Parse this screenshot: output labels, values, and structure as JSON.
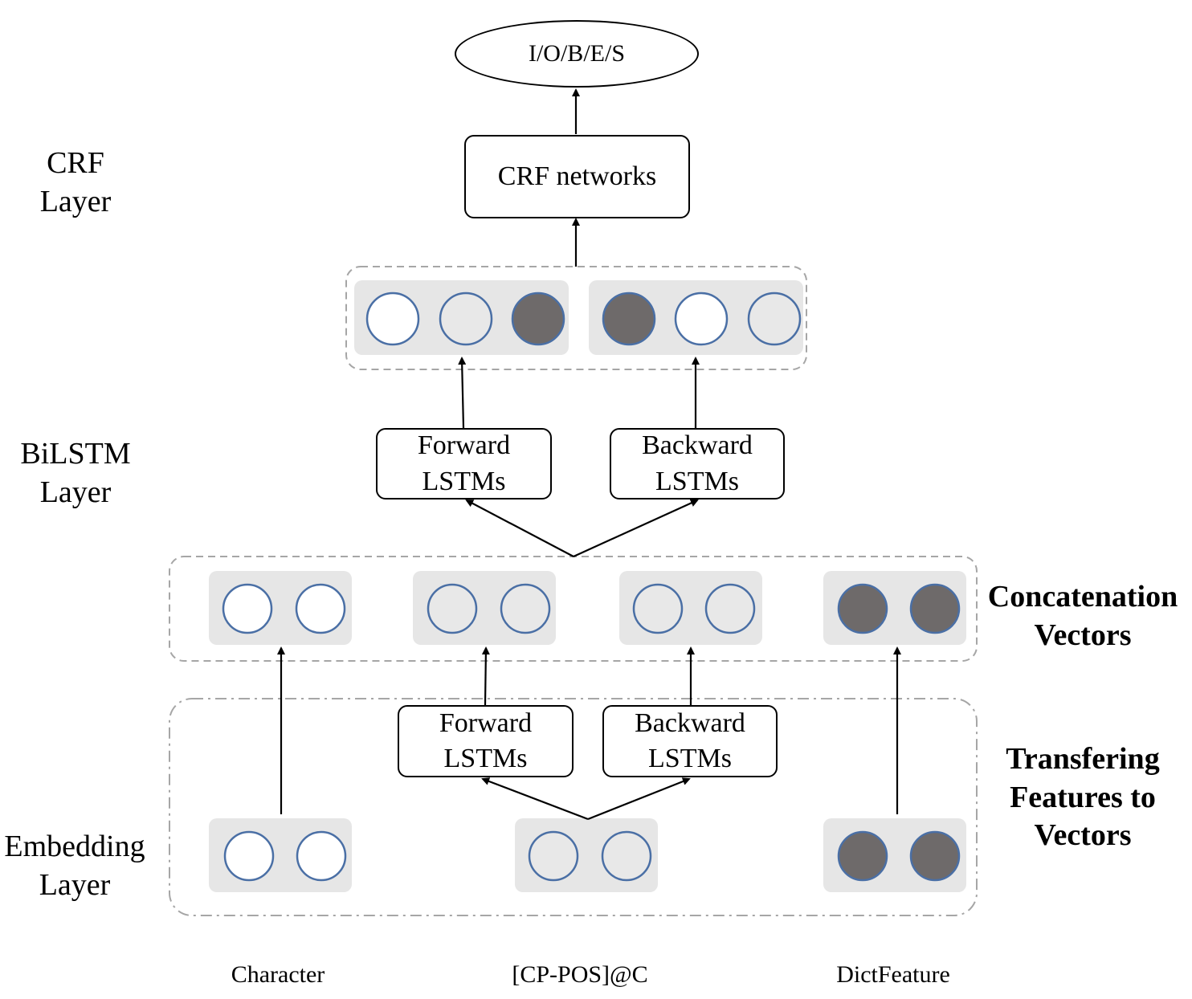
{
  "diagram": {
    "output_label": "I/O/B/E/S",
    "crf_box": "CRF networks",
    "bilstm_forward": "Forward\nLSTMs",
    "bilstm_backward": "Backward\nLSTMs",
    "transfer_forward": "Forward\nLSTMs",
    "transfer_backward": "Backward\nLSTMs",
    "layers": {
      "crf": "CRF\nLayer",
      "bilstm": "BiLSTM\nLayer",
      "embedding": "Embedding\nLayer",
      "concatenation": "Concatenation\nVectors",
      "transfer": "Transfering\nFeatures to\nVectors"
    },
    "inputs": {
      "character": "Character",
      "cppos": "[CP-POS]@C",
      "dict": "DictFeature"
    },
    "colors": {
      "white_node": "#ffffff",
      "light_node": "#e8e8e8",
      "dark_node": "#6e6a6a",
      "node_stroke": "#4a6fa5",
      "group_bg": "#e6e6e6",
      "dashed_border": "#a6a6a6"
    }
  }
}
